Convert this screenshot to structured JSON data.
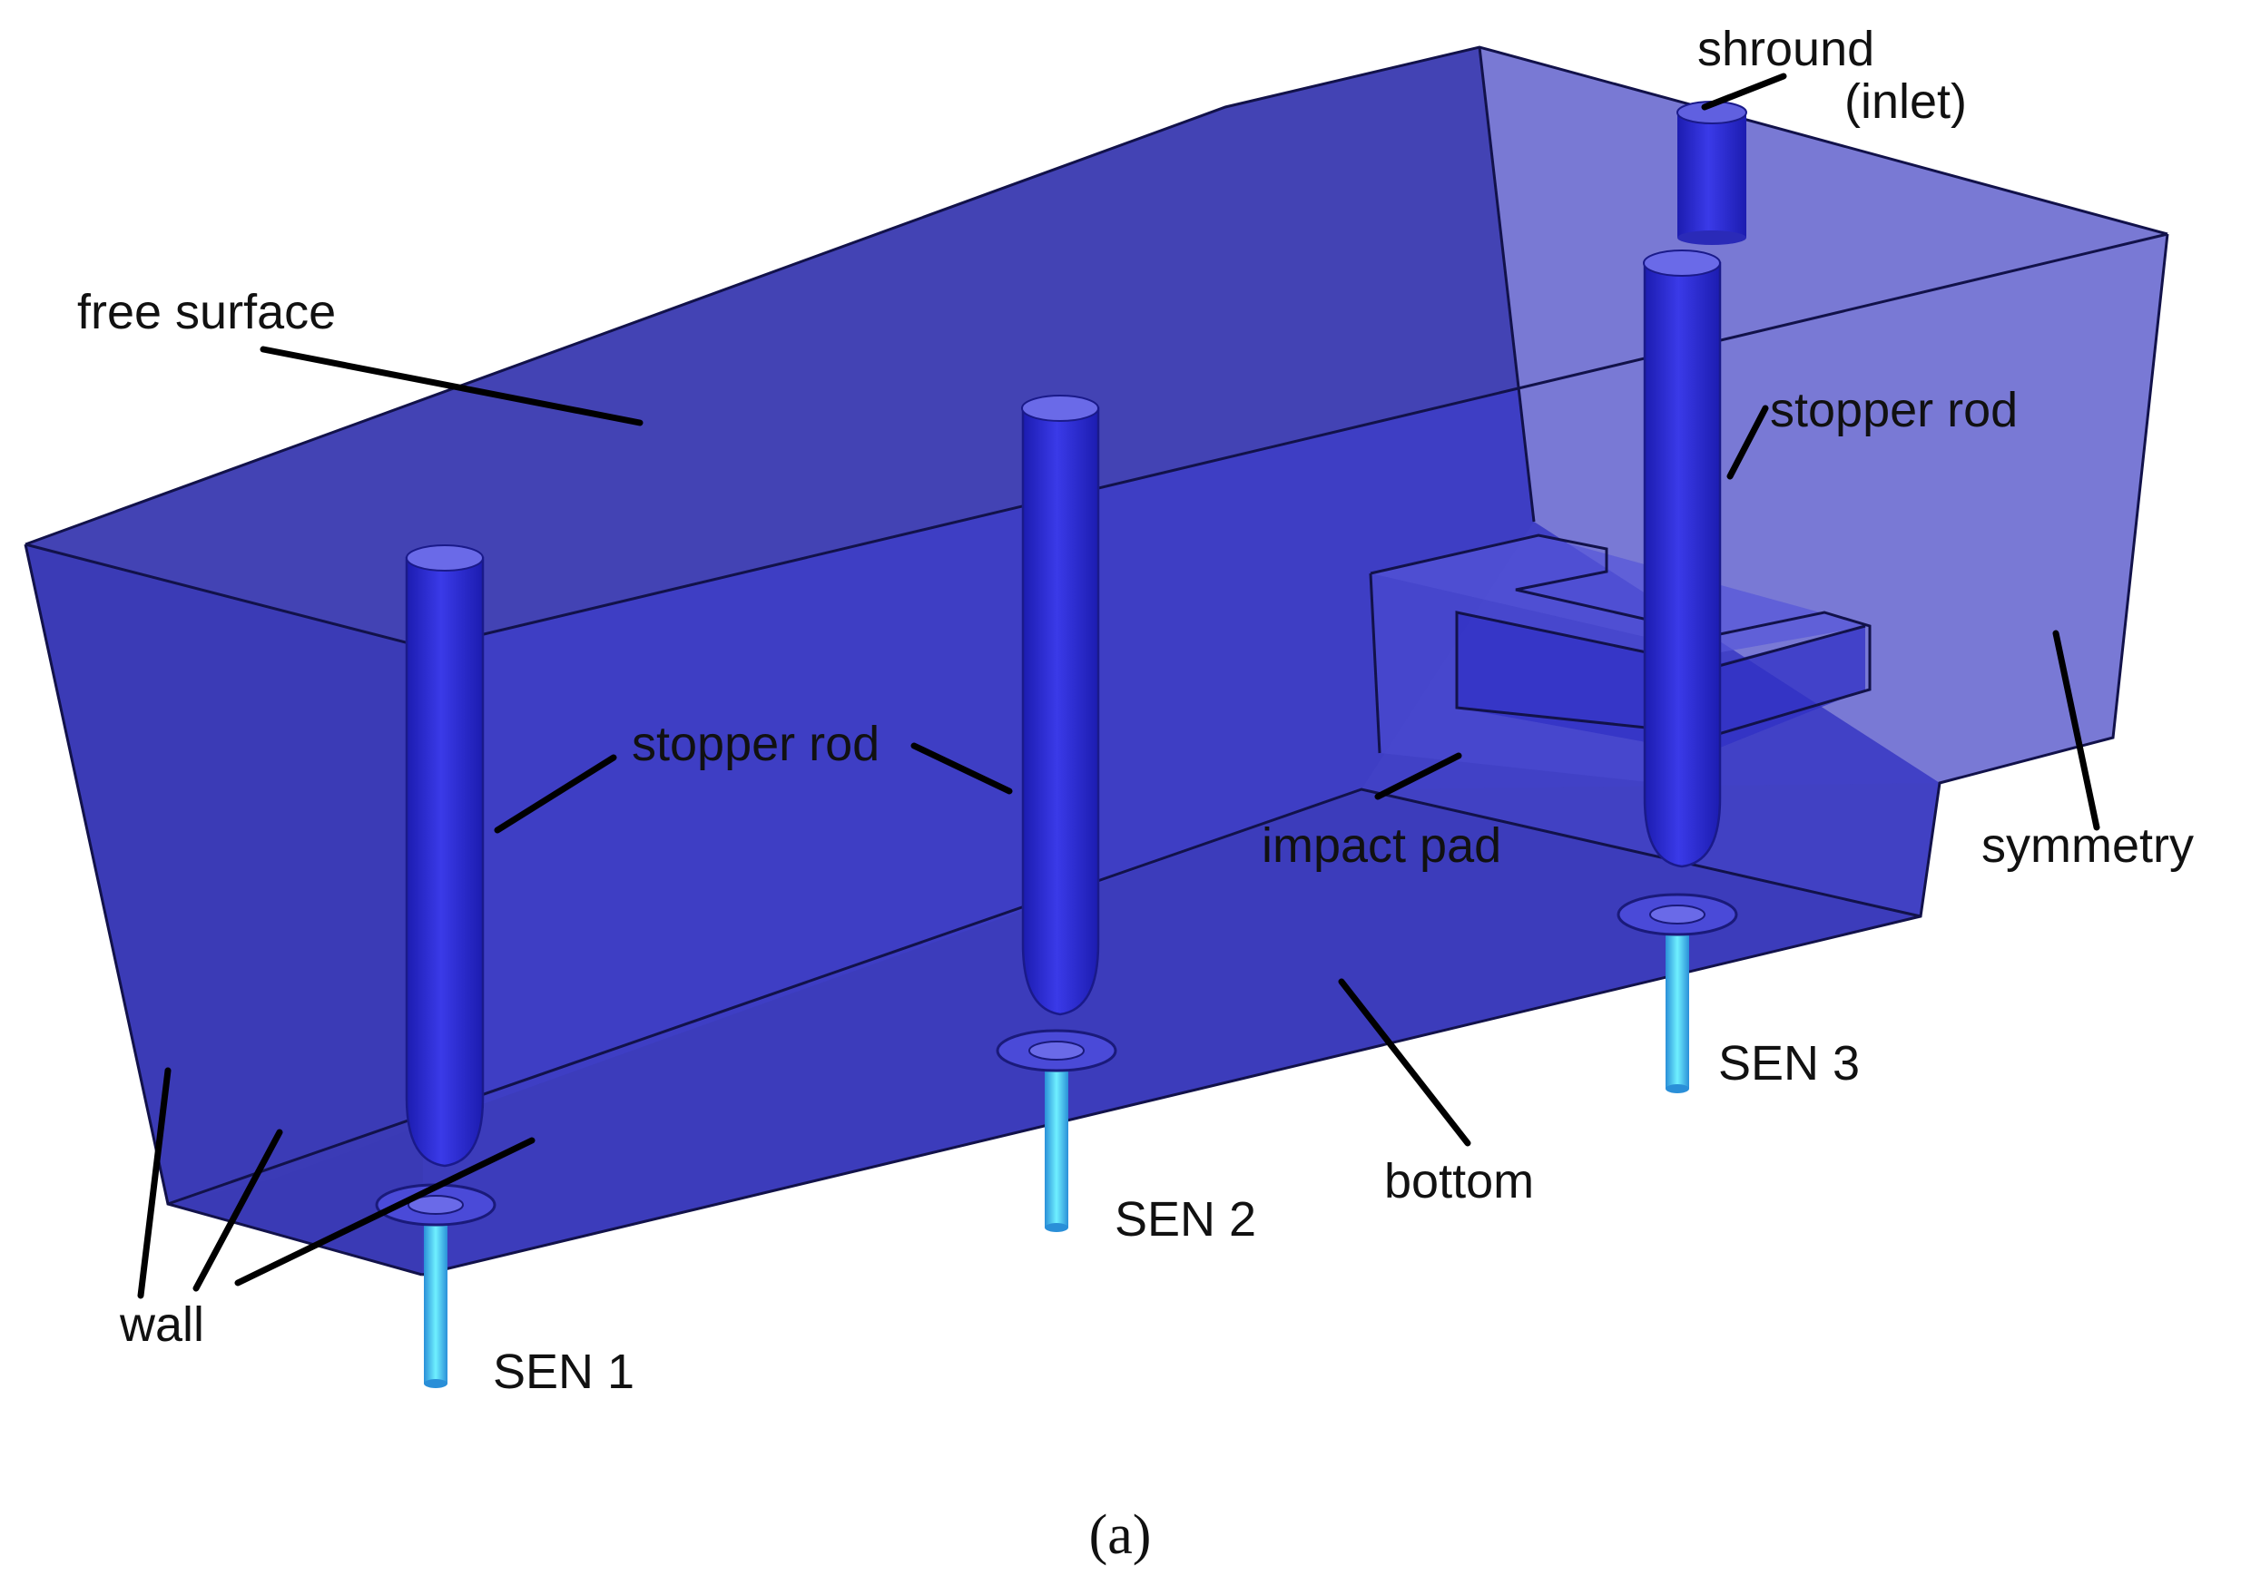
{
  "labels": {
    "free_surface": "free surface",
    "shround": "shround",
    "inlet": "(inlet)",
    "stopper_rod_1": "stopper rod",
    "stopper_rod_3": "stopper rod",
    "impact_pad": "impact pad",
    "symmetry": "symmetry",
    "bottom": "bottom",
    "wall": "wall",
    "sen_1": "SEN 1",
    "sen_2": "SEN 2",
    "sen_3": "SEN 3"
  },
  "caption": "(a)",
  "colors": {
    "domain_main": "#3f3fc8",
    "domain_top": "#4242b8",
    "domain_symmetry": "#7d7dd8",
    "rod": "#2a2ad0",
    "sen": "#3fd0e8",
    "background": "#ffffff"
  }
}
